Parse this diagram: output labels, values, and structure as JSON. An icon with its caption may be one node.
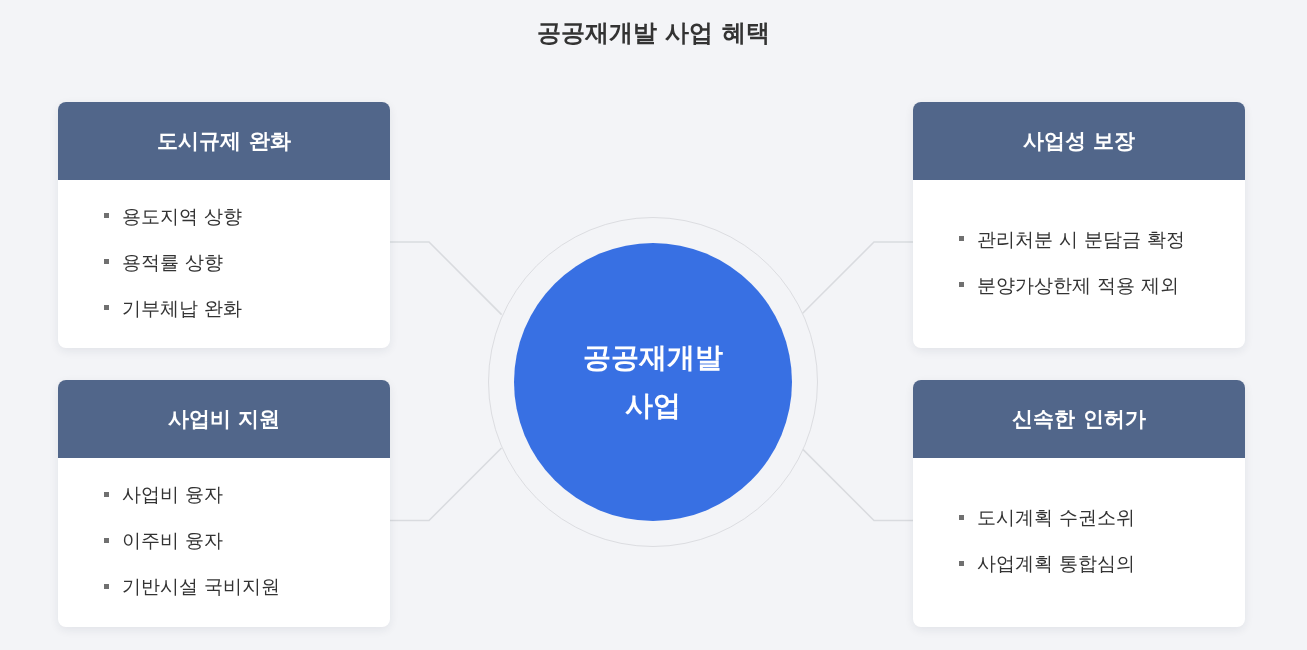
{
  "diagram": {
    "title": "공공재개발 사업 혜택",
    "nodes": [
      {
        "text": [
          "도시규제 완화",
          "용도지역 상향",
          "용적률 상향",
          "기부체납 완화"
        ]
      },
      {
        "text": [
          "사업성 보장",
          "관리처분 시 분담금 확정",
          "분양가상한제 적용 제외"
        ]
      },
      {
        "text": [
          "공공재개발 사업"
        ]
      },
      {
        "text": [
          "사업비 지원",
          "사업비 융자",
          "이주비 융자",
          "기반시설 국비지원"
        ]
      },
      {
        "text": [
          "신속한 인허가",
          "도시계획 수권소위",
          "사업계획 통합심의"
        ]
      }
    ],
    "edges": [
      {
        "from": 0,
        "to": 2,
        "arrow": "none"
      },
      {
        "from": 1,
        "to": 2,
        "arrow": "none"
      },
      {
        "from": 3,
        "to": 2,
        "arrow": "none"
      },
      {
        "from": 4,
        "to": 2,
        "arrow": "none"
      }
    ]
  }
}
